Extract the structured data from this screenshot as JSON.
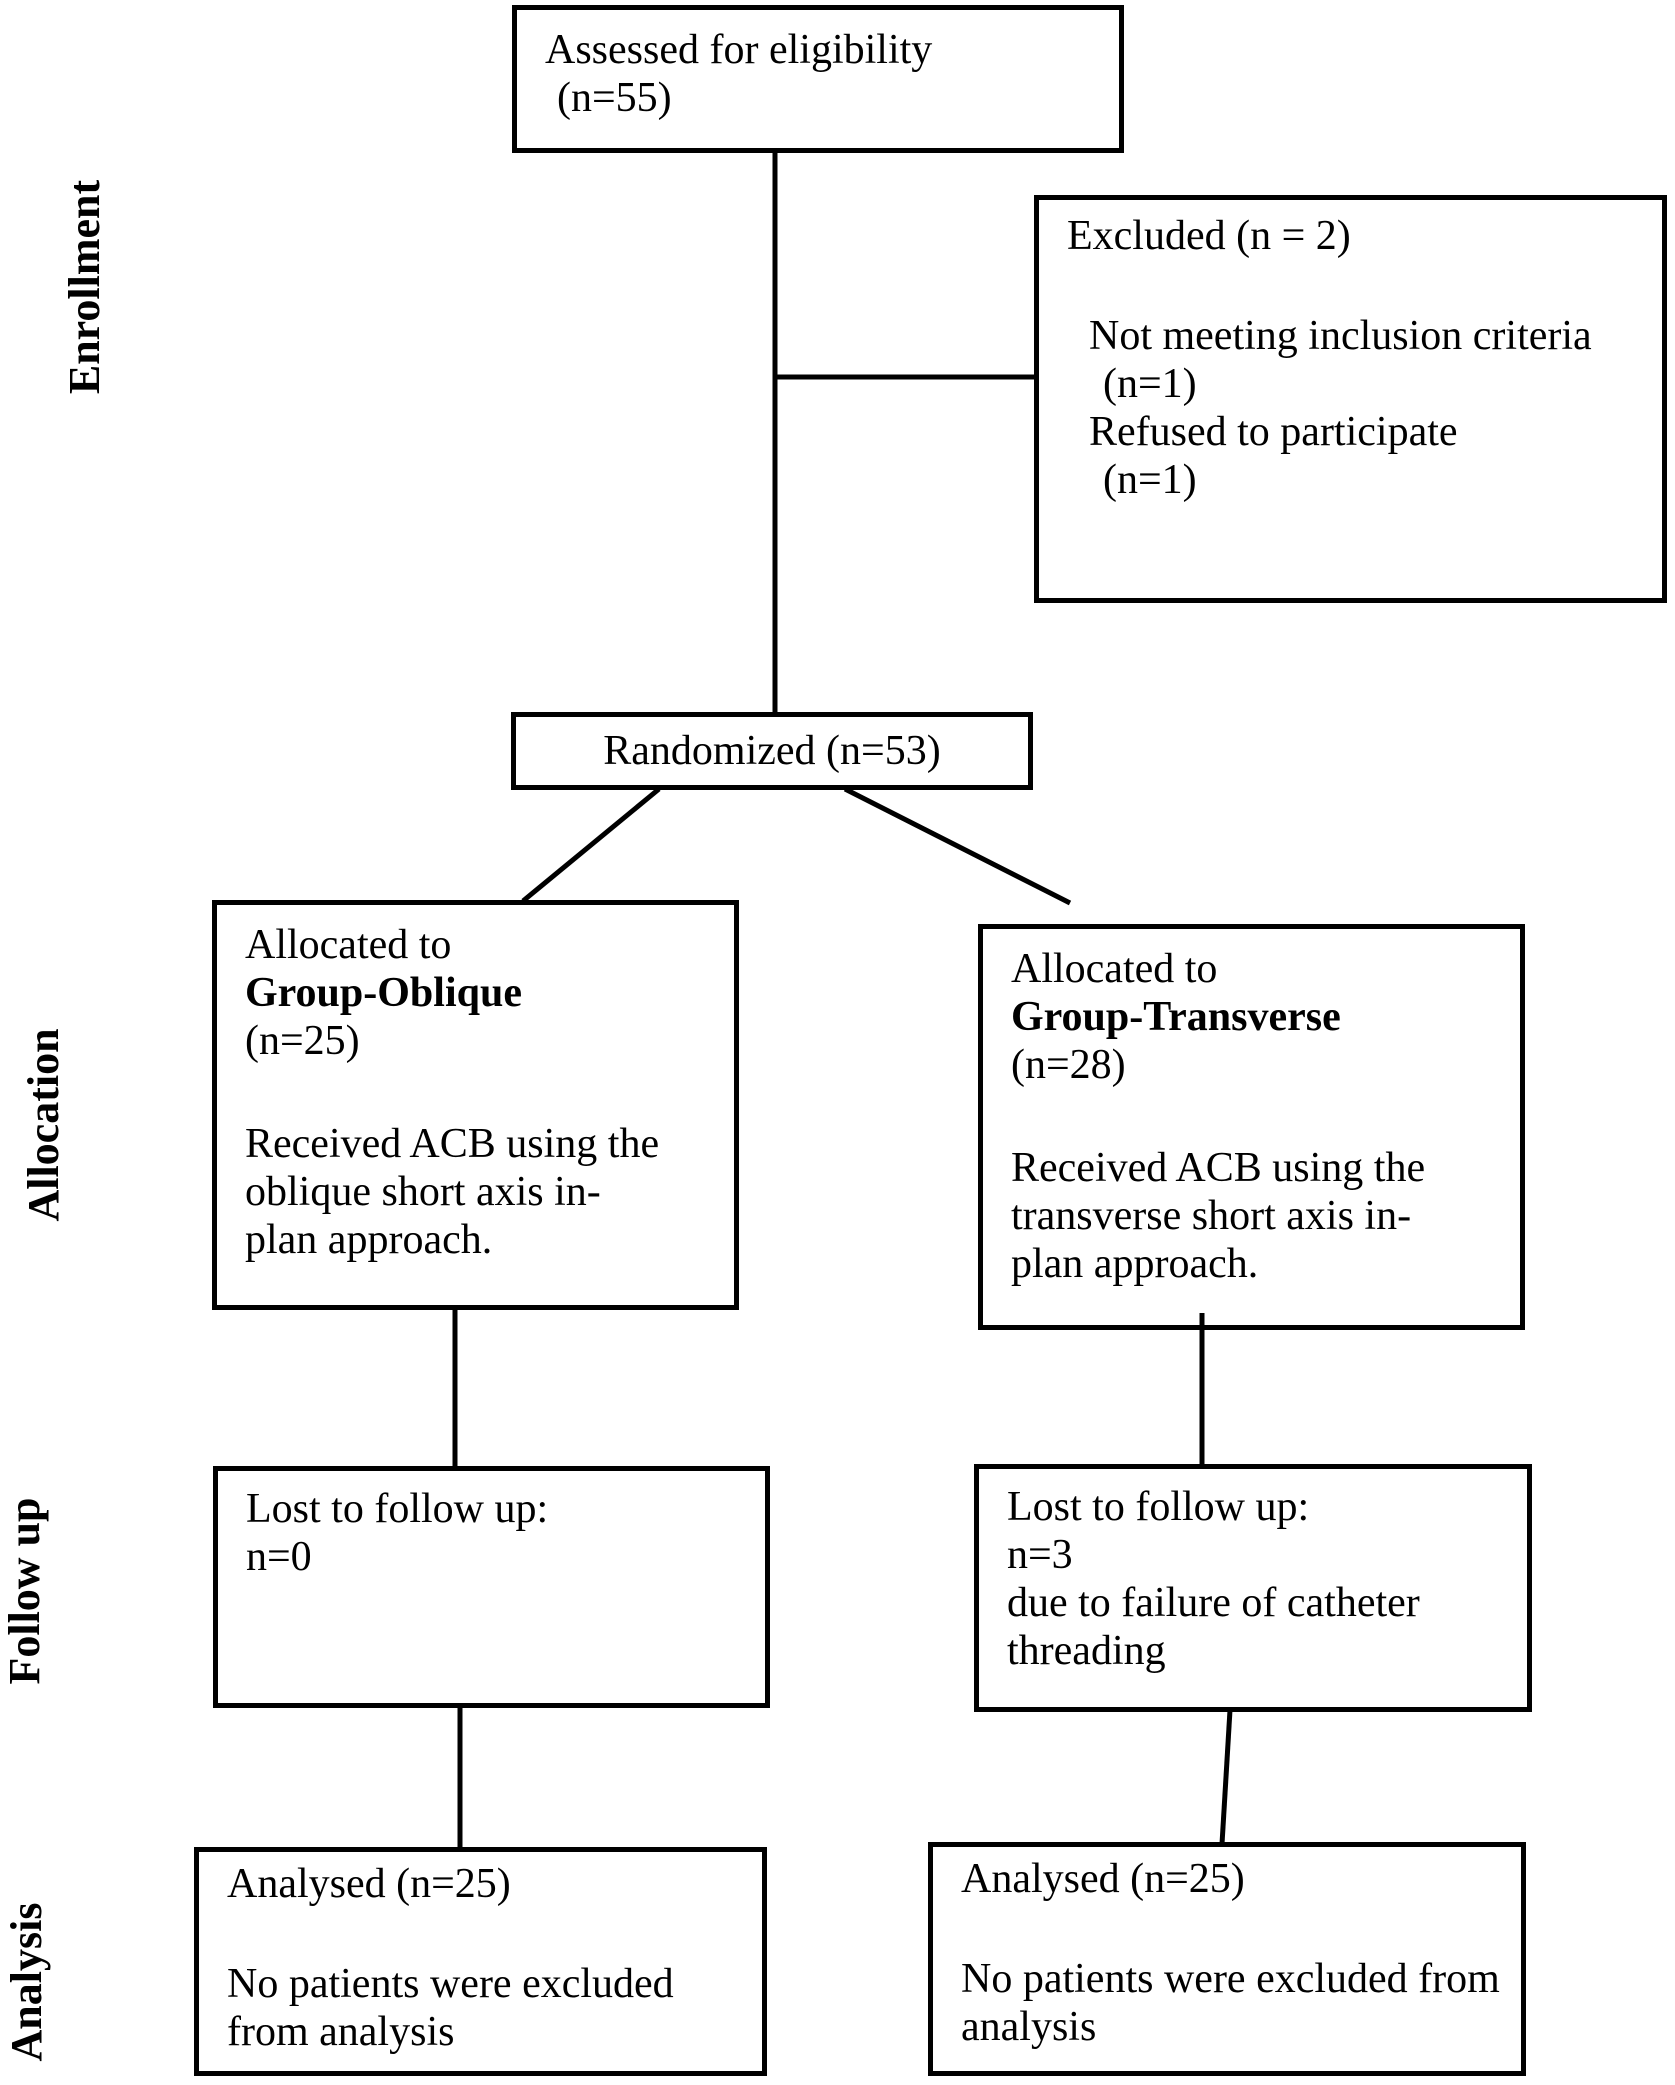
{
  "style": {
    "ink": "#000000",
    "paper": "#ffffff"
  },
  "side_labels": {
    "enrollment": "Enrollment",
    "allocation": "Allocation",
    "follow_up": "Follow up",
    "analysis": "Analysis"
  },
  "boxes": {
    "assessed": {
      "line1": "Assessed for eligibility",
      "line2": "(n=55)"
    },
    "excluded": {
      "title": "Excluded (n = 2)",
      "reason1": "Not meeting inclusion criteria",
      "reason1_n": "(n=1)",
      "reason2": "Refused to participate",
      "reason2_n": "(n=1)"
    },
    "randomized": {
      "label": "Randomized (n=53)"
    },
    "allocated_oblique": {
      "intro": "Allocated to",
      "group": "Group-Oblique",
      "n": "(n=25)",
      "desc1": "Received ACB using the",
      "desc2": "oblique short axis in-",
      "desc3": "plan approach."
    },
    "allocated_transverse": {
      "intro": "Allocated to",
      "group": "Group-Transverse",
      "n": "(n=28)",
      "desc1": "Received ACB using the",
      "desc2": "transverse short axis in-",
      "desc3": "plan approach."
    },
    "followup_oblique": {
      "line1": "Lost to follow up:",
      "line2": "n=0"
    },
    "followup_transverse": {
      "line1": "Lost to follow up:",
      "line2": "n=3",
      "line3": "due to failure of catheter",
      "line4": "threading"
    },
    "analysed_oblique": {
      "title": "Analysed (n=25)",
      "note1": "No patients were excluded",
      "note2": "from analysis"
    },
    "analysed_transverse": {
      "title": "Analysed (n=25)",
      "note1": "No patients were excluded from",
      "note2": "analysis"
    }
  }
}
